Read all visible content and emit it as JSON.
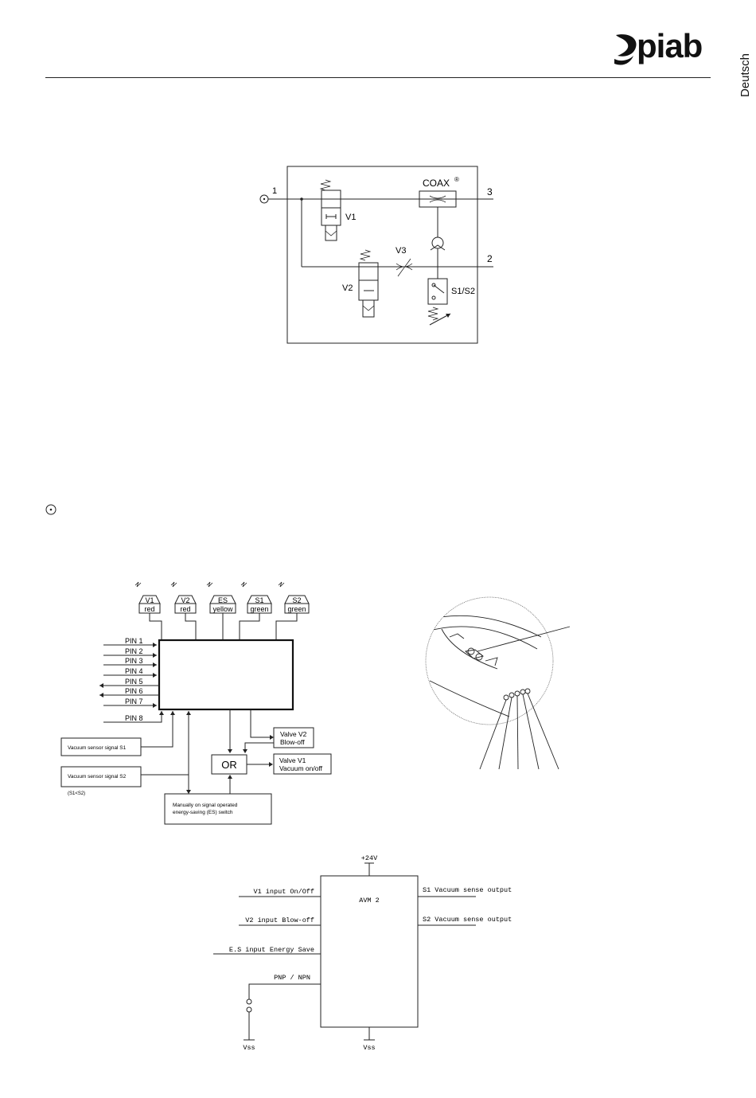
{
  "header": {
    "brand": "piab",
    "language": "Deutsch"
  },
  "pneumatic": {
    "port1": "1",
    "port2": "2",
    "port3": "3",
    "coax": "COAX",
    "coax_reg": "®",
    "v1": "V1",
    "v2": "V2",
    "v3": "V3",
    "s1s2": "S1/S2"
  },
  "block": {
    "leds": [
      {
        "name": "V1",
        "color": "red"
      },
      {
        "name": "V2",
        "color": "red"
      },
      {
        "name": "ES",
        "color": "yellow"
      },
      {
        "name": "S1",
        "color": "green"
      },
      {
        "name": "S2",
        "color": "green"
      }
    ],
    "pins": [
      "PIN 1",
      "PIN 2",
      "PIN 3",
      "PIN 4",
      "PIN 5",
      "PIN 6",
      "PIN 7",
      "PIN 8"
    ],
    "sensor_s1": "Vacuum sensor signal S1",
    "sensor_s2": "Vacuum sensor signal S2",
    "s1_lt_s2": "(S1<S2)",
    "or": "OR",
    "valve_v2_line1": "Valve V2",
    "valve_v2_line2": "Blow-off",
    "valve_v1_line1": "Valve V1",
    "valve_v1_line2": "Vacuum on/off",
    "es_line1": "Manually on signal operated",
    "es_line2": "energy-saving (ES) switch"
  },
  "wiring": {
    "supply": "+24V",
    "device": "AVM 2",
    "v1_input": "V1 input On/Off",
    "v2_input": "V2 input Blow-off",
    "es_input": "E.S input Energy Save",
    "pnp_npn": "PNP / NPN",
    "s1_output": "S1 Vacuum sense output",
    "s2_output": "S2 Vacuum sense output",
    "vss_left": "Vss",
    "vss_center": "Vss"
  }
}
